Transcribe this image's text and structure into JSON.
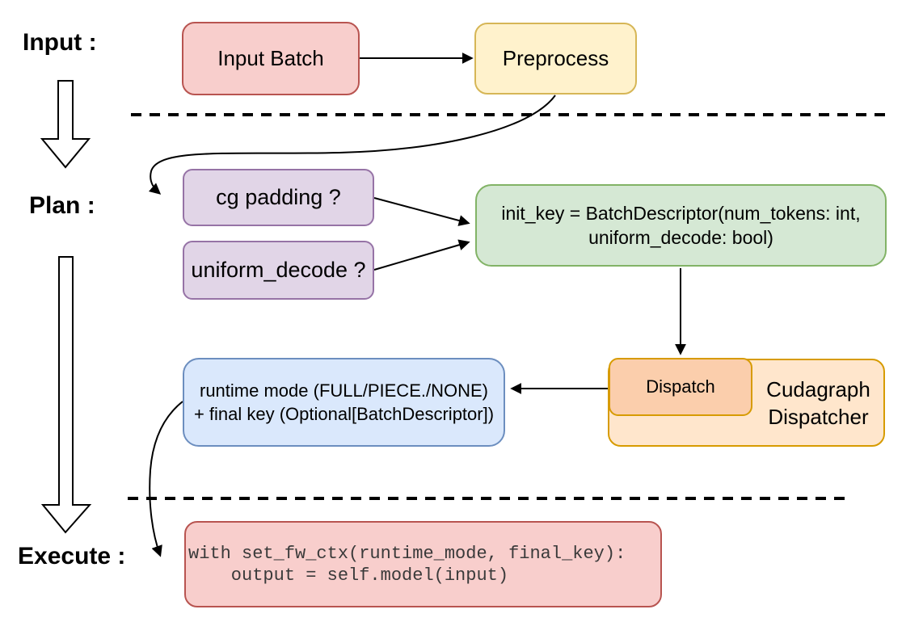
{
  "sections": {
    "input": {
      "label": "Input :"
    },
    "plan": {
      "label": "Plan :"
    },
    "execute": {
      "label": "Execute :"
    }
  },
  "nodes": {
    "input_batch": {
      "label": "Input Batch"
    },
    "preprocess": {
      "label": "Preprocess"
    },
    "cg_padding": {
      "label": "cg padding ?"
    },
    "uniform_decode": {
      "label": "uniform_decode ?"
    },
    "init_key": {
      "lines": [
        "init_key = BatchDescriptor(num_tokens: int,",
        "uniform_decode: bool)"
      ]
    },
    "dispatch": {
      "label": "Dispatch"
    },
    "cudagraph_dispatcher": {
      "lines": [
        "Cudagraph",
        "Dispatcher"
      ]
    },
    "runtime_result": {
      "lines": [
        "runtime mode (FULL/PIECE./NONE)",
        "+ final key (Optional[BatchDescriptor])"
      ]
    },
    "execute_code": {
      "lines": [
        "with set_fw_ctx(runtime_mode, final_key):",
        "    output = self.model(input)"
      ]
    }
  },
  "edges": [
    {
      "from": "input_batch",
      "to": "preprocess"
    },
    {
      "from": "preprocess",
      "to": "cg_padding"
    },
    {
      "from": "cg_padding",
      "to": "init_key"
    },
    {
      "from": "uniform_decode",
      "to": "init_key"
    },
    {
      "from": "init_key",
      "to": "dispatch"
    },
    {
      "from": "dispatch",
      "to": "runtime_result"
    },
    {
      "from": "runtime_result",
      "to": "execute_code"
    }
  ],
  "palette": {
    "pink_fill": "#f8cecc",
    "pink_stroke": "#b85450",
    "yellow_fill": "#fff2cc",
    "yellow_stroke": "#d6b656",
    "purple_fill": "#e1d5e7",
    "purple_stroke": "#9673a6",
    "green_fill": "#d5e8d4",
    "green_stroke": "#82b366",
    "blue_fill": "#dae8fc",
    "blue_stroke": "#6c8ebf",
    "orange_outer_fill": "#ffe6cc",
    "orange_inner_fill": "#fbceac",
    "orange_stroke": "#d79b00",
    "line_color": "#000000",
    "code_text_color": "#3a3a3a"
  }
}
